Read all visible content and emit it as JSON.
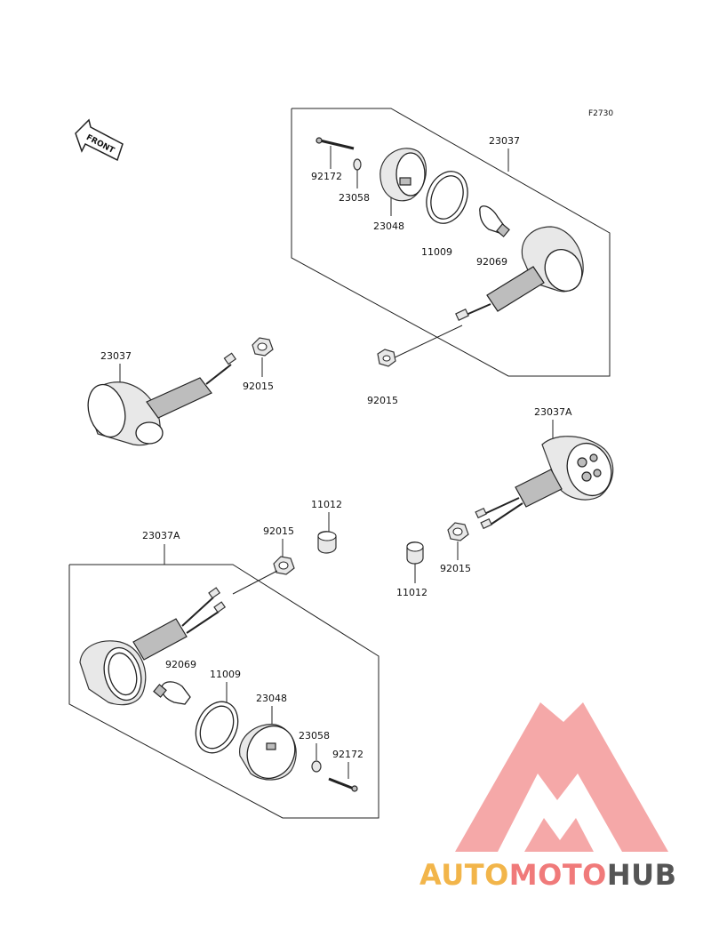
{
  "figure_code": "F2730",
  "front_indicator": "FRONT",
  "labels": {
    "top_assembly": "23037",
    "top_bolt": "92172",
    "top_washer": "23058",
    "top_lens": "23048",
    "top_gasket": "11009",
    "top_bulb": "92069",
    "top_nut": "92015",
    "left_assembly": "23037",
    "left_nut": "92015",
    "right_assembly": "23037A",
    "right_nut": "92015",
    "right_collar": "11012",
    "mid_collar": "11012",
    "mid_nut": "92015",
    "bottom_assembly": "23037A",
    "bottom_bulb": "92069",
    "bottom_gasket": "11009",
    "bottom_lens": "23048",
    "bottom_washer": "23058",
    "bottom_bolt": "92172"
  },
  "watermark": {
    "part1": "AUTO",
    "part2": "MOTO",
    "part3": "HUB",
    "colors": {
      "auto": "#f2b54a",
      "moto": "#f07a7a",
      "hub": "#555555",
      "triangle": "#f28b8b"
    }
  }
}
